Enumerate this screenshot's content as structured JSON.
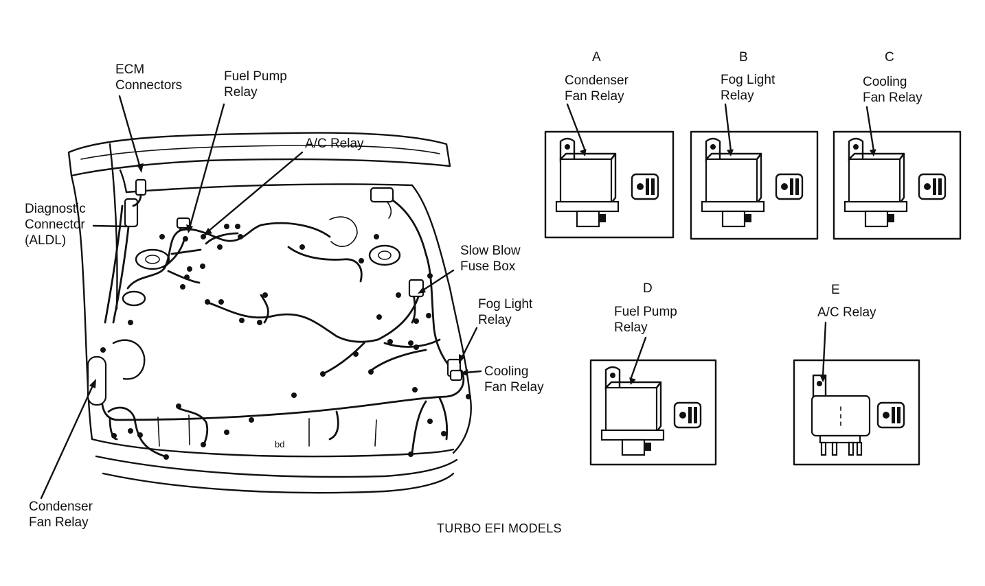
{
  "title": "TURBO EFI MODELS",
  "engine_labels": {
    "ecm": [
      "ECM",
      "Connectors"
    ],
    "fuel_pump": [
      "Fuel Pump",
      "Relay"
    ],
    "ac_relay": [
      "A/C Relay"
    ],
    "diagnostic": [
      "Diagnostic",
      "Connector",
      "(ALDL)"
    ],
    "slow_blow": [
      "Slow Blow",
      "Fuse Box"
    ],
    "fog_light": [
      "Fog Light",
      "Relay"
    ],
    "cooling_fan": [
      "Cooling",
      "Fan Relay"
    ],
    "condenser_fan": [
      "Condenser",
      "Fan Relay"
    ]
  },
  "relay_panels": [
    {
      "letter": "A",
      "label": [
        "Condenser",
        "Fan Relay"
      ]
    },
    {
      "letter": "B",
      "label": [
        "Fog Light",
        "Relay"
      ]
    },
    {
      "letter": "C",
      "label": [
        "Cooling",
        "Fan Relay"
      ]
    },
    {
      "letter": "D",
      "label": [
        "Fuel Pump",
        "Relay"
      ]
    },
    {
      "letter": "E",
      "label": [
        "A/C Relay"
      ]
    }
  ]
}
